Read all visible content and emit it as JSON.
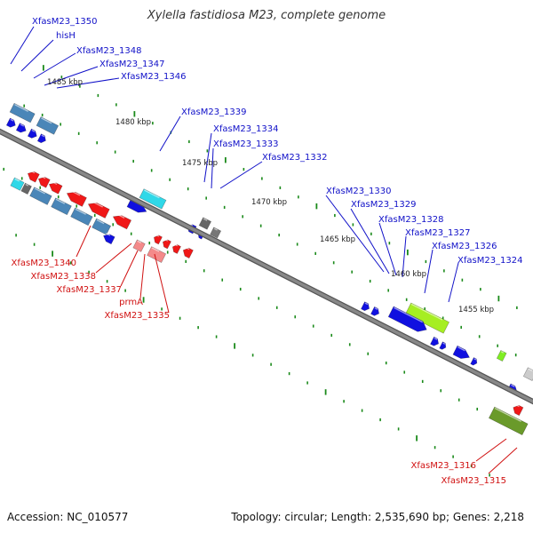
{
  "title": "Xylella fastidiosa M23, complete genome",
  "footer": {
    "accession": "Accession: NC_010577",
    "summary": "Topology: circular; Length: 2,535,690 bp; Genes: 2,218"
  },
  "colors": {
    "blue_label": "#1010c8",
    "red_label": "#d01010",
    "backbone": "#888888",
    "tick": "#1a8a1a"
  },
  "scale_labels": [
    "1485 kbp",
    "1480 kbp",
    "1475 kbp",
    "1470 kbp",
    "1465 kbp",
    "1460 kbp",
    "1455 kbp"
  ],
  "top_labels": [
    "XfasM23_1350",
    "hisH",
    "XfasM23_1348",
    "XfasM23_1347",
    "XfasM23_1346",
    "XfasM23_1339",
    "XfasM23_1334",
    "XfasM23_1333",
    "XfasM23_1332",
    "XfasM23_1330",
    "XfasM23_1329",
    "XfasM23_1328",
    "XfasM23_1327",
    "XfasM23_1326",
    "XfasM23_1324"
  ],
  "bottom_labels": [
    "XfasM23_1340",
    "XfasM23_1338",
    "XfasM23_1337",
    "prmA",
    "XfasM23_1335",
    "XfasM23_1316",
    "XfasM23_1315"
  ]
}
